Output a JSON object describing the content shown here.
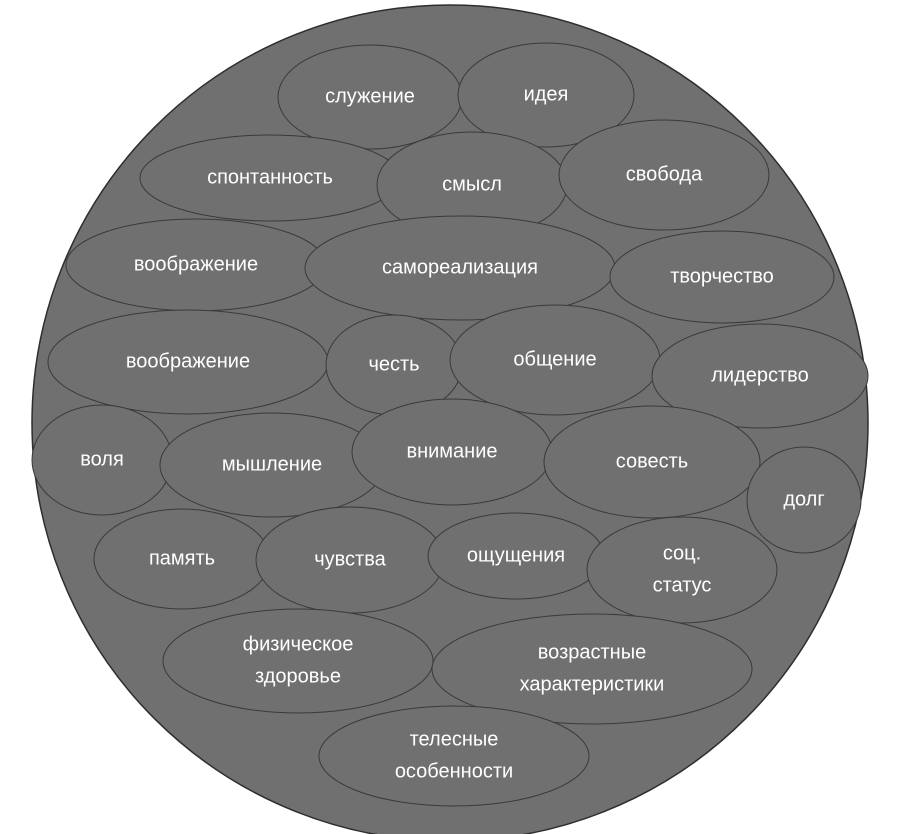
{
  "colors": {
    "outer_fill": "#707070",
    "outer_stroke": "#2e2e2e",
    "bubble_fill": "#707070",
    "bubble_stroke": "#3a3a3a",
    "text": "#ffffff"
  },
  "bubbles": [
    {
      "id": "sluzhenie",
      "lines": [
        "служение"
      ]
    },
    {
      "id": "ideya",
      "lines": [
        "идея"
      ]
    },
    {
      "id": "spontannost",
      "lines": [
        "спонтанность"
      ]
    },
    {
      "id": "smysl",
      "lines": [
        "смысл"
      ]
    },
    {
      "id": "svoboda",
      "lines": [
        "свобода"
      ]
    },
    {
      "id": "voobrazhenie-1",
      "lines": [
        "воображение"
      ]
    },
    {
      "id": "samorealizatsiya",
      "lines": [
        "самореализация"
      ]
    },
    {
      "id": "tvorchestvo",
      "lines": [
        "творчество"
      ]
    },
    {
      "id": "voobrazhenie-2",
      "lines": [
        "воображение"
      ]
    },
    {
      "id": "chest",
      "lines": [
        "честь"
      ]
    },
    {
      "id": "obshchenie",
      "lines": [
        "общение"
      ]
    },
    {
      "id": "liderstvo",
      "lines": [
        "лидерство"
      ]
    },
    {
      "id": "volya",
      "lines": [
        "воля"
      ]
    },
    {
      "id": "myshlenie",
      "lines": [
        "мышление"
      ]
    },
    {
      "id": "vnimanie",
      "lines": [
        "внимание"
      ]
    },
    {
      "id": "sovest",
      "lines": [
        "совесть"
      ]
    },
    {
      "id": "dolg",
      "lines": [
        "долг"
      ]
    },
    {
      "id": "pamyat",
      "lines": [
        "память"
      ]
    },
    {
      "id": "chuvstva",
      "lines": [
        "чувства"
      ]
    },
    {
      "id": "oshchushcheniya",
      "lines": [
        "ощущения"
      ]
    },
    {
      "id": "sots-status",
      "lines": [
        "соц.",
        "статус"
      ]
    },
    {
      "id": "fizicheskoe-zdorove",
      "lines": [
        "физическое",
        "здоровье"
      ]
    },
    {
      "id": "vozrastnye-kharakteristiki",
      "lines": [
        "возрастные",
        "характеристики"
      ]
    },
    {
      "id": "telesnye-osobennosti",
      "lines": [
        "телесные",
        "особенности"
      ]
    }
  ]
}
